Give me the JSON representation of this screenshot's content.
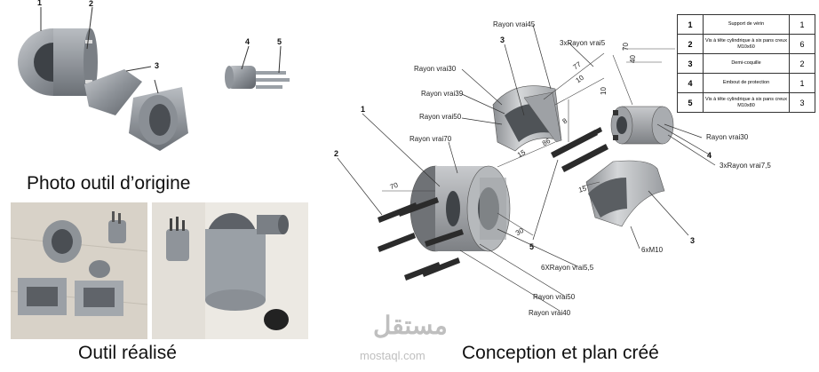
{
  "captions": {
    "original_photo": "Photo outil d’origine",
    "realized": "Outil réalisé",
    "design": "Conception et plan créé"
  },
  "photo_callouts": [
    "1",
    "2",
    "3",
    "4",
    "5"
  ],
  "bom": [
    {
      "num": "1",
      "desc": "Support de vérin",
      "qty": "1"
    },
    {
      "num": "2",
      "desc": "Vis à tête cylindrique à six pans creux M10x60",
      "qty": "6"
    },
    {
      "num": "3",
      "desc": "Demi-coquille",
      "qty": "2"
    },
    {
      "num": "4",
      "desc": "Embout de protection",
      "qty": "1"
    },
    {
      "num": "5",
      "desc": "Vis à tête cylindrique à six pans creux M10x80",
      "qty": "3"
    }
  ],
  "drawing": {
    "labels": {
      "rayon45": "Rayon vrai45",
      "rayon5x3": "3xRayon vrai5",
      "rayon30a": "Rayon vrai30",
      "rayon39": "Rayon vrai39",
      "rayon50a": "Rayon vrai50",
      "rayon70": "Rayon vrai70",
      "rayon30b": "Rayon vrai30",
      "rayon75x3": "3xRayon vrai7,5",
      "m10x6": "6xM10",
      "rayon55x6": "6XRayon vrai5,5",
      "rayon50b": "Rayon vrai50",
      "rayon40": "Rayon vrai40"
    },
    "callouts": {
      "c1": "1",
      "c2": "2",
      "c3a": "3",
      "c3b": "3",
      "c4": "4",
      "c5": "5"
    },
    "dims": {
      "d70a": "70",
      "d40": "40",
      "d77": "77",
      "d10a": "10",
      "d8": "8",
      "d10b": "10",
      "d86": "86",
      "d15a": "15",
      "d15b": "15",
      "d70b": "70",
      "d30": "30"
    }
  },
  "watermark": {
    "arabic": "مستقل",
    "latin": "mostaql.com"
  }
}
